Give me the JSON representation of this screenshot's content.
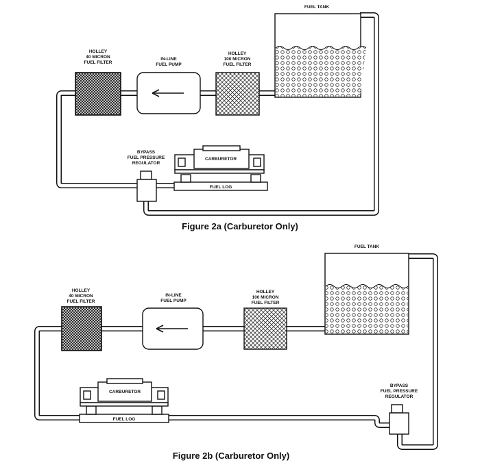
{
  "figure_a": {
    "caption": "Figure 2a (Carburetor Only)",
    "fuel_tank": "FUEL TANK",
    "filter_40": [
      "HOLLEY",
      "40 MICRON",
      "FUEL FILTER"
    ],
    "pump": [
      "IN-LINE",
      "FUEL PUMP"
    ],
    "filter_100": [
      "HOLLEY",
      "100 MICRON",
      "FUEL FILTER"
    ],
    "regulator": [
      "BYPASS",
      "FUEL PRESSURE",
      "REGULATOR"
    ],
    "carburetor": "CARBURETOR",
    "fuel_log": "FUEL LOG"
  },
  "figure_b": {
    "caption": "Figure 2b (Carburetor Only)",
    "fuel_tank": "FUEL TANK",
    "filter_40": [
      "HOLLEY",
      "40 MICRON",
      "FUEL FILTER"
    ],
    "pump": [
      "IN-LINE",
      "FUEL PUMP"
    ],
    "filter_100": [
      "HOLLEY",
      "100 MICRON",
      "FUEL FILTER"
    ],
    "regulator": [
      "BYPASS",
      "FUEL PRESSURE",
      "REGULATOR"
    ],
    "carburetor": "CARBURETOR",
    "fuel_log": "FUEL LOG"
  }
}
